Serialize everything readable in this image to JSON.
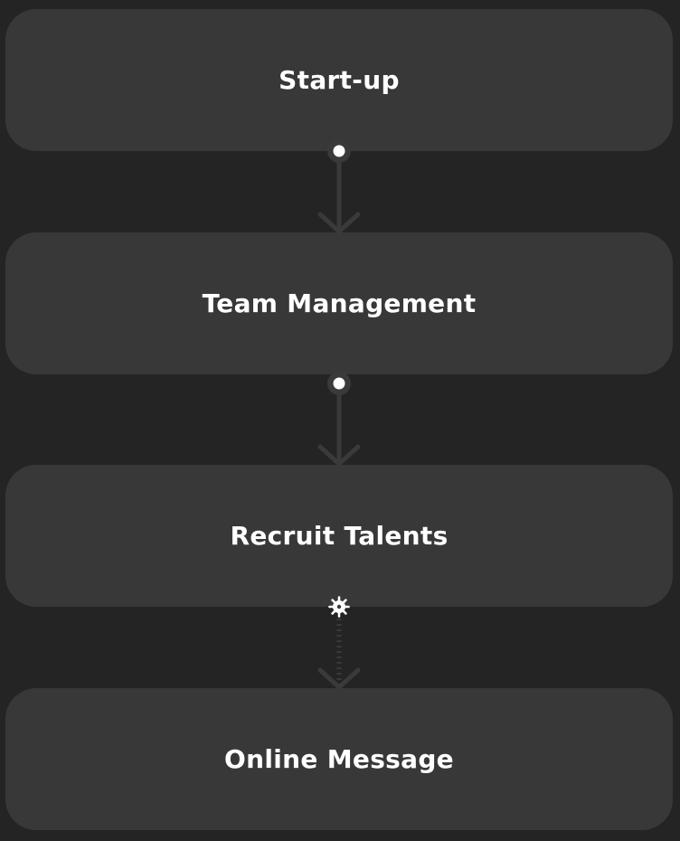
{
  "diagram": {
    "type": "vertical-flow",
    "nodes": [
      {
        "id": "start-up",
        "label": "Start-up"
      },
      {
        "id": "team-management",
        "label": "Team Management"
      },
      {
        "id": "recruit-talents",
        "label": "Recruit Talents"
      },
      {
        "id": "online-message",
        "label": "Online Message"
      }
    ],
    "edges": [
      {
        "from": "start-up",
        "to": "team-management",
        "style": "solid",
        "start_marker": "dot-icon"
      },
      {
        "from": "team-management",
        "to": "recruit-talents",
        "style": "solid",
        "start_marker": "dot-icon"
      },
      {
        "from": "recruit-talents",
        "to": "online-message",
        "style": "dotted",
        "start_marker": "gear-icon"
      }
    ]
  },
  "colors": {
    "background": "#242424",
    "node_fill": "#383838",
    "node_text": "#ffffff",
    "connector": "#3a3a3a",
    "marker_fill": "#ffffff"
  }
}
